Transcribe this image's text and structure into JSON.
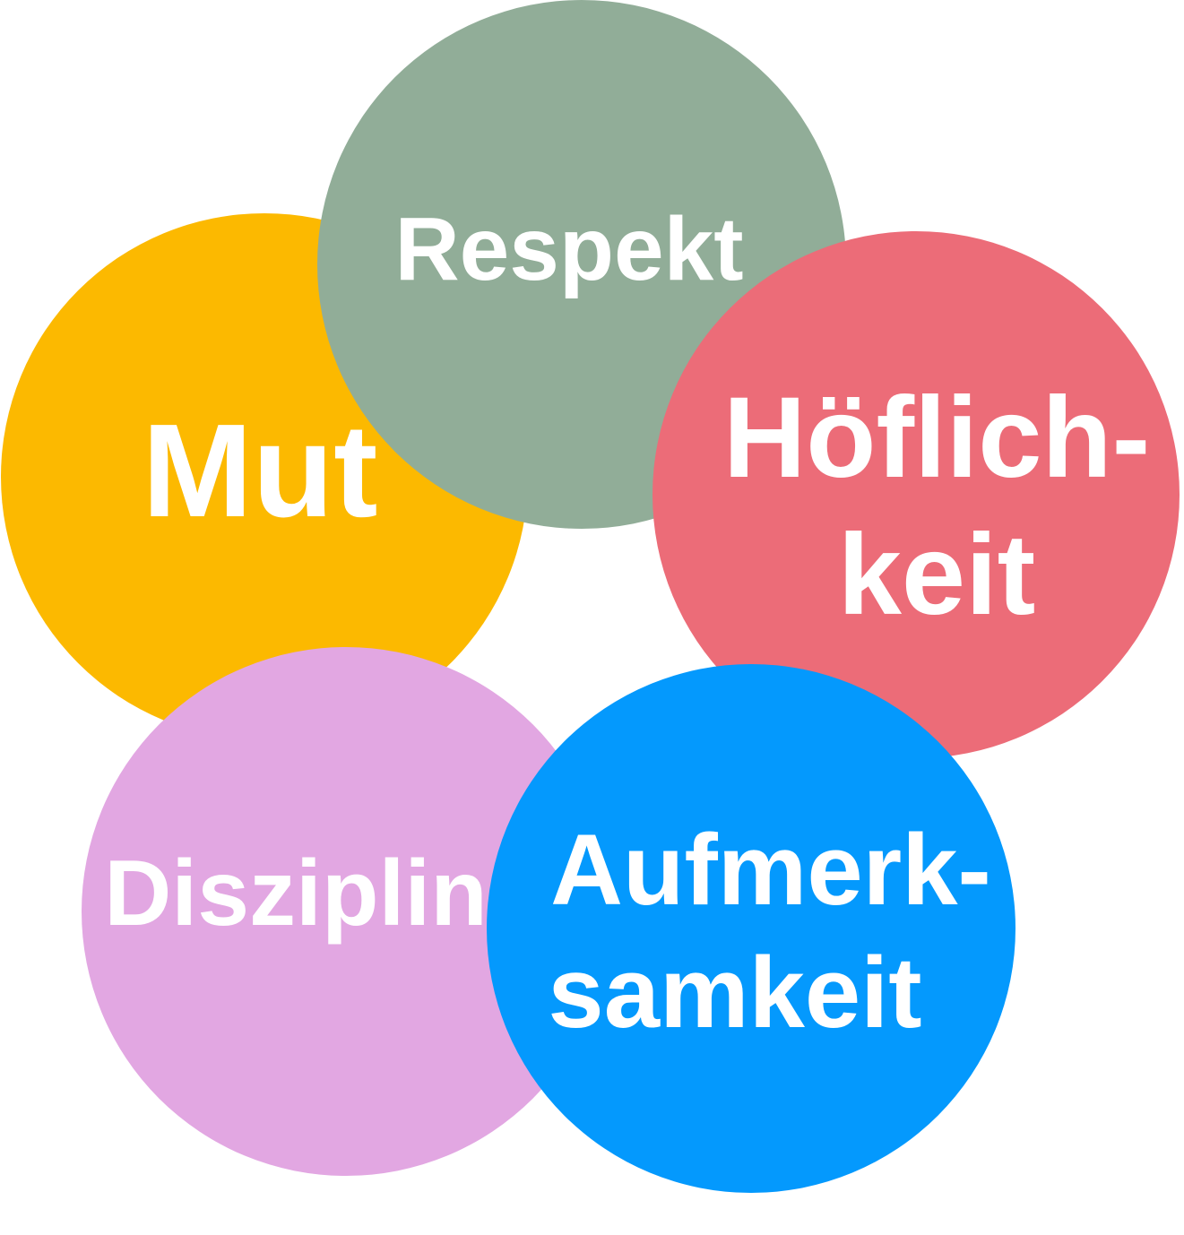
{
  "diagram": {
    "colors": {
      "mut": "#FCB900",
      "respekt": "#91AD98",
      "hoeflichkeit": "#EC6C78",
      "disziplin": "#E2A7E2",
      "aufmerksamkeit": "#0499FD",
      "text": "#FFFFFF"
    },
    "nodes": [
      {
        "id": "mut",
        "lines": [
          "Mut"
        ]
      },
      {
        "id": "respekt",
        "lines": [
          "Respekt"
        ]
      },
      {
        "id": "hoeflichkeit",
        "lines": [
          "Höflich-",
          "keit"
        ]
      },
      {
        "id": "disziplin",
        "lines": [
          "Disziplin"
        ]
      },
      {
        "id": "aufmerksamkeit",
        "lines": [
          "Aufmerk-",
          "samkeit"
        ]
      }
    ]
  }
}
